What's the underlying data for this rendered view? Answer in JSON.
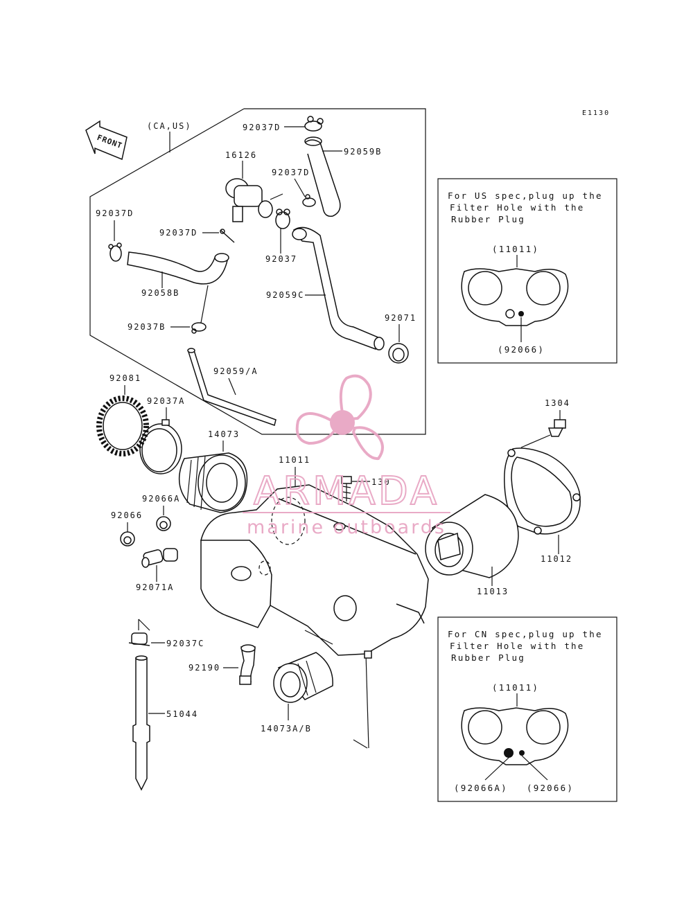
{
  "diagram_code": "E1130",
  "front_label": "FRONT",
  "variant_label": "(CA,US)",
  "parts": {
    "p92037D_top": "92037D",
    "p92059B_top": "92059B",
    "p16126": "16126",
    "p92037D_mid": "92037D",
    "p92037D_left": "92037D",
    "p92037D_small": "92037D",
    "p92037": "92037",
    "p92058B": "92058B",
    "p92059C": "92059C",
    "p92071": "92071",
    "p92037B": "92037B",
    "p92059A": "92059/A",
    "p92081": "92081",
    "p92037A": "92037A",
    "p14073": "14073",
    "p11011": "11011",
    "p130": "130",
    "p1304": "1304",
    "p92066A": "92066A",
    "p92066": "92066",
    "p92071A": "92071A",
    "p11012": "11012",
    "p11013": "11013",
    "p92037C": "92037C",
    "p92190": "92190",
    "p51044": "51044",
    "p14073AB": "14073A/B"
  },
  "us_note": {
    "line1": "For US spec,plug up the",
    "line2": "Filter Hole with the",
    "line3": "Rubber Plug",
    "plate_label": "(11011)",
    "plug_label": "(92066)"
  },
  "cn_note": {
    "line1": "For CN spec,plug up the",
    "line2": "Filter Hole with the",
    "line3": "Rubber Plug",
    "plate_label": "(11011)",
    "plug_a_label": "(92066A)",
    "plug_label": "(92066)"
  },
  "watermark": {
    "brand": "ARMADA",
    "tagline": "marine outboards",
    "color": "#e8a6c4"
  }
}
